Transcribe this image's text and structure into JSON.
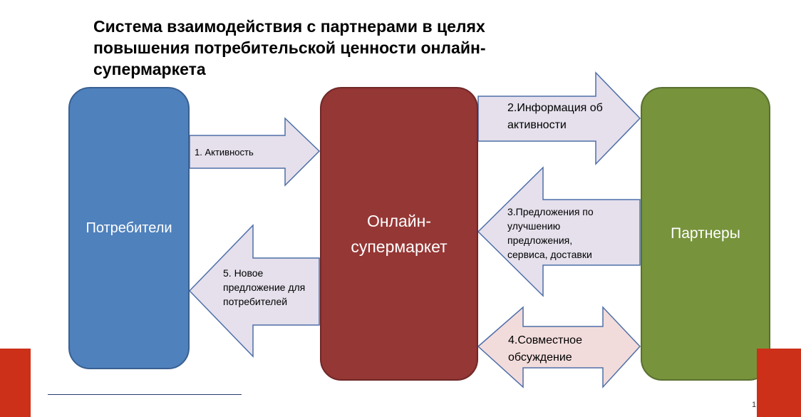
{
  "title": "Система взаимодействия с партнерами в целях повышения потребительской ценности онлайн-супермаркета",
  "nodes": {
    "consumers": "Потребители",
    "supermarket": "Онлайн-супермаркет",
    "partners": "Партнеры"
  },
  "arrows": {
    "a1": "1. Активность",
    "a2": "2.Информация об активности",
    "a3": "3.Предложения по улучшению предложения, сервиса, доставки",
    "a4": "4.Совместное обсуждение",
    "a5": "5. Новое предложение для потребителей"
  },
  "colors": {
    "consumers": "#4f81bd",
    "supermarket": "#953735",
    "partners": "#77933c",
    "arrow_fill": "#e5e0ec",
    "arrow_fill_pink": "#f2dcdb",
    "arrow_stroke": "#4f6fa8",
    "accent_red": "#cc3018"
  },
  "footer": {
    "page_number": "1"
  }
}
